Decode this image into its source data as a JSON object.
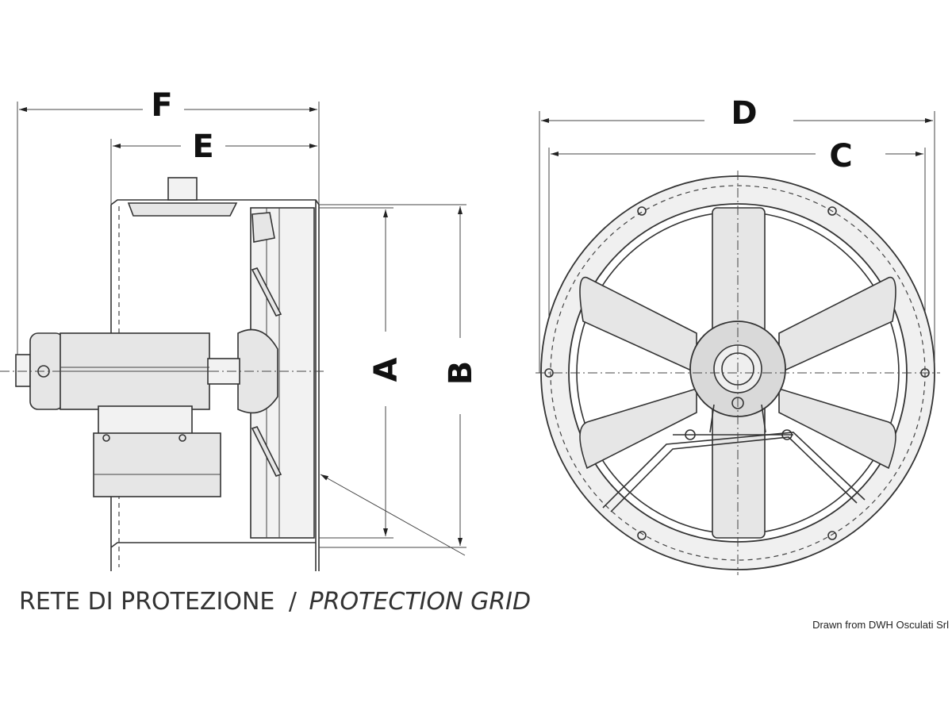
{
  "dimensions": {
    "A": "A",
    "B": "B",
    "C": "C",
    "D": "D",
    "E": "E",
    "F": "F"
  },
  "caption": {
    "italian": "RETE DI PROTEZIONE",
    "separator": "/",
    "english": "PROTECTION GRID"
  },
  "credit": "Drawn from DWH Osculati Srl"
}
